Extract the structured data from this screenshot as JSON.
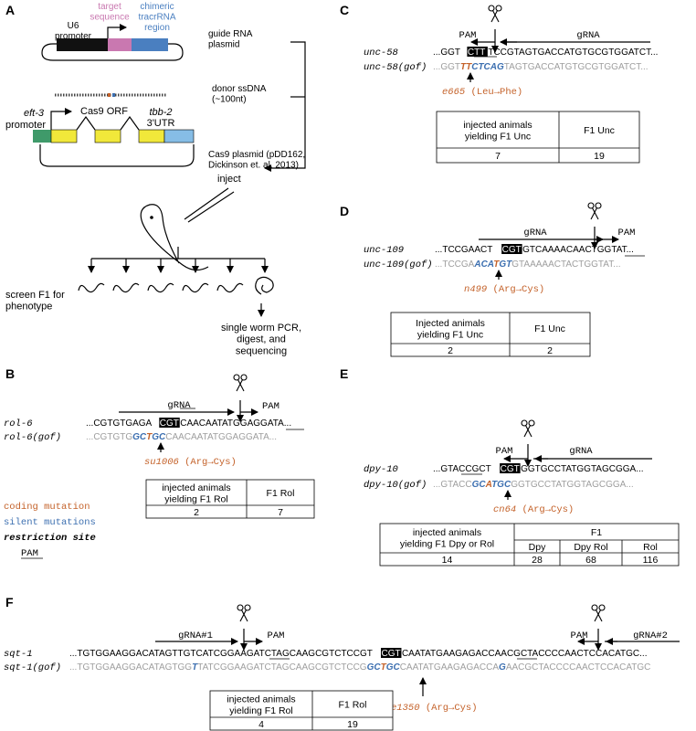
{
  "colors": {
    "coding": "#c4622a",
    "silent": "#3c6fb0",
    "grey": "#9e9e9e",
    "u6_promoter": "#111111",
    "target": "#c978b0",
    "tracr": "#4a7fc0",
    "eft3": "#3f9a6a",
    "cas9": "#f1e83a",
    "utr": "#86bde6"
  },
  "panelA": {
    "label": "A",
    "target_sequence": "target\nsequence",
    "chimeric": "chimeric\ntracrRNA\nregion",
    "u6_promoter": "U6\npromoter",
    "guide_plasmid": "guide RNA\nplasmid",
    "donor": "donor ssDNA\n(~100nt)",
    "eft3": "eft-3",
    "eft3_promoter": "promoter",
    "cas9_orf": "Cas9 ORF",
    "tbb2": "tbb-2",
    "utr": "3'UTR",
    "cas9_plasmid": "Cas9 plasmid (pDD162,\nDickinson et. al. 2013)",
    "inject": "inject",
    "screen": "screen F1 for\nphenotype",
    "pcr": "single worm PCR,\ndigest, and\nsequencing"
  },
  "panelB": {
    "label": "B",
    "gene": "rol-6",
    "gene_gof": "rol-6(gof)",
    "grna": "gRNA",
    "pam": "PAM",
    "seq_wt_pre": "...CGTGTGAGA",
    "seq_wt_box": "CGT",
    "seq_wt_post": "CAACAATATGGAGGATA...",
    "seq_gof_pre": "...CGTGTG",
    "seq_gof_mid1": "GC",
    "seq_gof_mid2": "T",
    "seq_gof_mid3": "GC",
    "seq_gof_post": "CAACAATATGGAGGATA...",
    "allele": "su1006",
    "change": "(Arg→Cys)",
    "table": {
      "header": [
        "injected animals\nyielding F1 Rol",
        "F1 Rol"
      ],
      "row": [
        "2",
        "7"
      ]
    }
  },
  "legend": {
    "coding": "coding mutation",
    "silent": "silent mutations",
    "restriction": "restriction site",
    "pam": "PAM"
  },
  "panelC": {
    "label": "C",
    "gene": "unc-58",
    "gene_gof": "unc-58(gof)",
    "pam": "PAM",
    "grna": "gRNA",
    "seq_wt_pre": "...GGT",
    "seq_wt_box": "CTT",
    "seq_wt_post": "TCCGTAGTGACCATGTGCGTGGATCT...",
    "seq_gof_pre": "...GGT",
    "seq_gof_mid1": "T",
    "seq_gof_mid2": "T",
    "seq_gof_mid3": "CTCAG",
    "seq_gof_post": "TAGTGACCATGTGCGTGGATCT...",
    "allele": "e665",
    "change": "(Leu→Phe)",
    "table": {
      "header": [
        "injected animals\nyielding F1 Unc",
        "F1 Unc"
      ],
      "row": [
        "7",
        "19"
      ]
    }
  },
  "panelD": {
    "label": "D",
    "gene": "unc-109",
    "gene_gof": "unc-109(gof)",
    "grna": "gRNA",
    "pam": "PAM",
    "seq_wt_pre": "...TCCGAACT",
    "seq_wt_box": "CGT",
    "seq_wt_post": "GTCAAAACAACTGGTAT...",
    "seq_gof_pre": "...TCCGA",
    "seq_gof_mid1": "ACA",
    "seq_gof_mid2": "T",
    "seq_gof_mid3": "GT",
    "seq_gof_post": "GTAAAAACTACTGGTAT...",
    "allele": "n499",
    "change": "(Arg→Cys)",
    "table": {
      "header": [
        "Injected animals\nyielding F1 Unc",
        "F1 Unc"
      ],
      "row": [
        "2",
        "2"
      ]
    }
  },
  "panelE": {
    "label": "E",
    "gene": "dpy-10",
    "gene_gof": "dpy-10(gof)",
    "pam": "PAM",
    "grna": "gRNA",
    "seq_wt_pre": "...GTACCGCT",
    "seq_wt_box": "CGT",
    "seq_wt_post": "GGTGCCTATGGTAGCGGA...",
    "seq_gof_pre": "...GTACC",
    "seq_gof_mid1": "GC",
    "seq_gof_mid2": "A",
    "seq_gof_mid3": "TGC",
    "seq_gof_post": "GGTGCCTATGGTAGCGGA...",
    "allele": "cn64",
    "change": "(Arg→Cys)",
    "table": {
      "h1": "injected animals\nyielding F1 Dpy or Rol",
      "h2": "F1",
      "sub": [
        "Dpy",
        "Dpy Rol",
        "Rol"
      ],
      "row": [
        "14",
        "28",
        "68",
        "116"
      ]
    }
  },
  "panelF": {
    "label": "F",
    "gene": "sqt-1",
    "gene_gof": "sqt-1(gof)",
    "grna1": "gRNA#1",
    "grna2": "gRNA#2",
    "pam": "PAM",
    "seq_wt_pre": "...TGTGGAAGGACATAGTTGTCATCGGAAGATCTAGCAAGCGTCTCCGT",
    "seq_wt_box": "CGT",
    "seq_wt_post": "CAATATGAAGAGACCAACGCTACCCCAACTCCACATGC...",
    "seq_gof_pre": "...TGTGGAAGGACATAGTGG",
    "seq_gof_s1": "T",
    "seq_gof_mid": "TATCGGAAGATCTAGCAAGCGTCTCCG",
    "seq_gof_mid1": "GC",
    "seq_gof_mid2": "T",
    "seq_gof_mid3": "GC",
    "seq_gof_post1": "CAATATGAAGAGACCA",
    "seq_gof_s2": "G",
    "seq_gof_post2": "AACGCTACCCCAACTCCACATGC",
    "allele": "e1350",
    "change": "(Arg→Cys)",
    "table": {
      "header": [
        "injected animals\nyielding F1 Rol",
        "F1 Rol"
      ],
      "row": [
        "4",
        "19"
      ]
    }
  }
}
